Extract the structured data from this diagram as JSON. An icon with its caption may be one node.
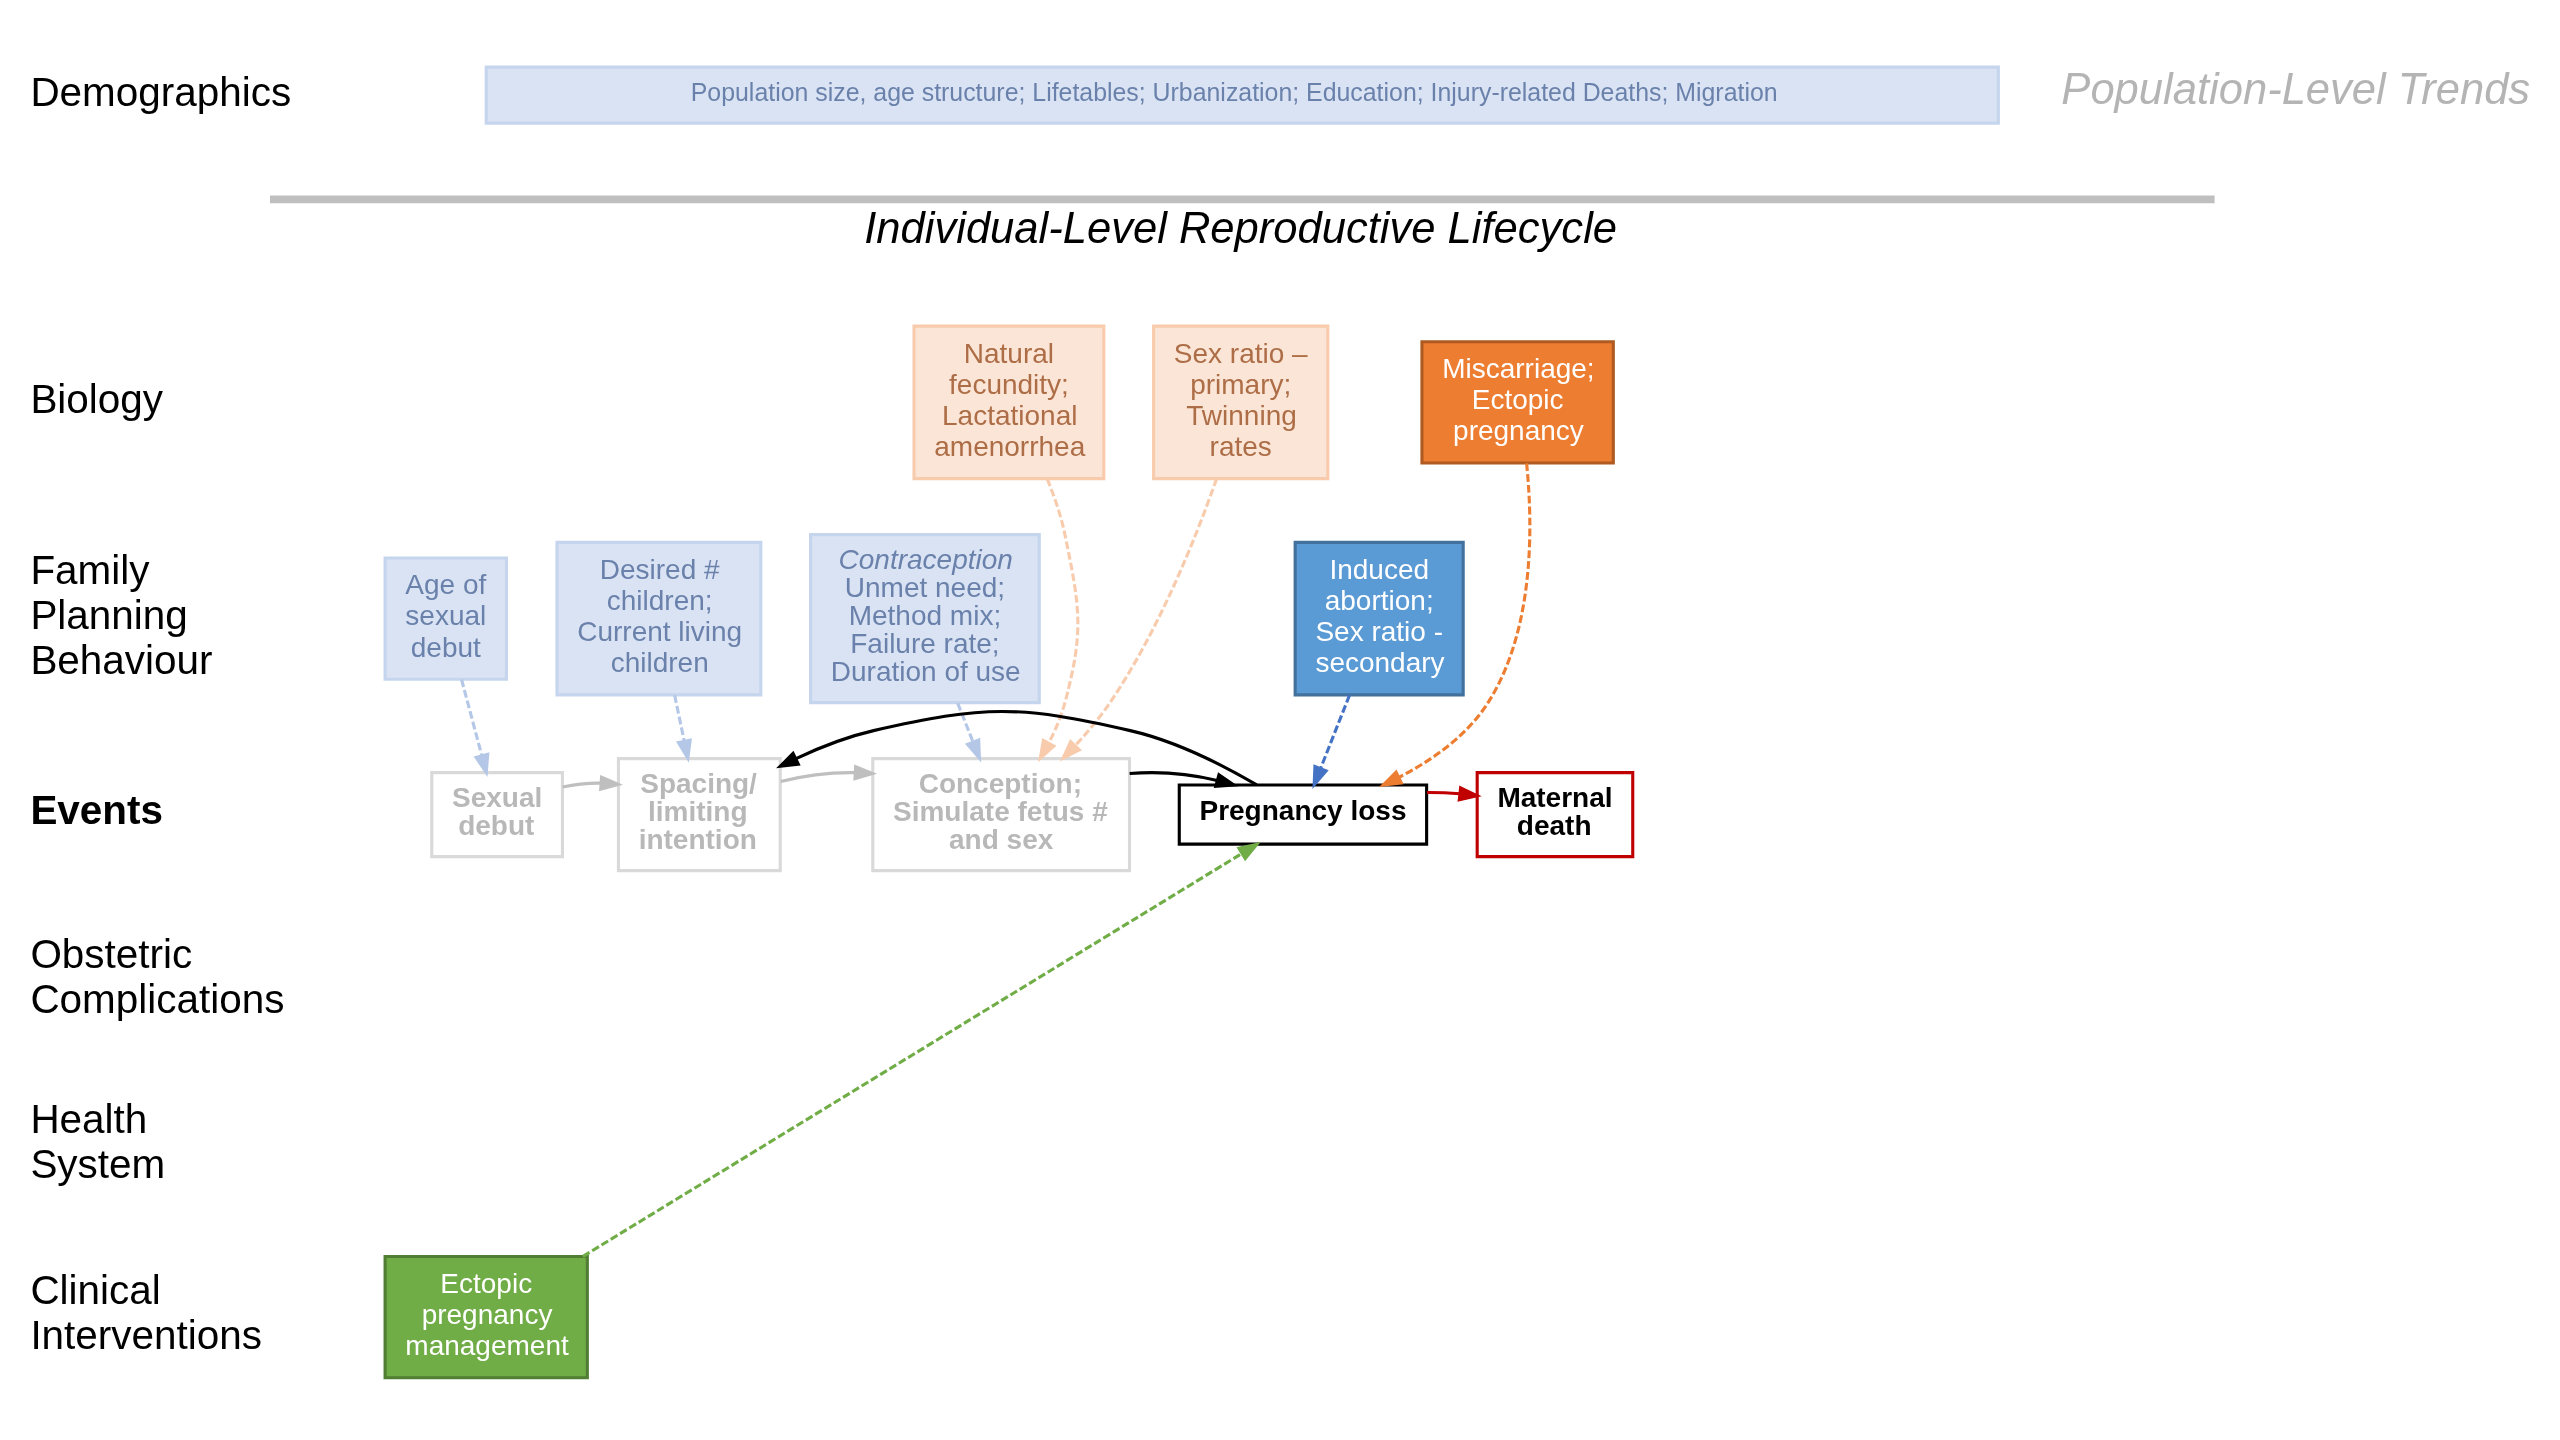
{
  "diagram": {
    "nodes": [
      {
        "text": [
          "Population size, age structure; Lifetables; Urbanization; Education; Injury-related Deaths; Migration"
        ]
      },
      {
        "text": [
          "Natural fecundity; Lactational amenorrhea"
        ]
      },
      {
        "text": [
          "Sex ratio – primary; Twinning rates"
        ]
      },
      {
        "text": [
          "Miscarriage; Ectopic pregnancy"
        ]
      },
      {
        "text": [
          "Age of sexual debut"
        ]
      },
      {
        "text": [
          "Desired # children; Current living children"
        ]
      },
      {
        "text": [
          "Contraception",
          "Unmet need; Method mix; Failure rate; Duration of use"
        ]
      },
      {
        "text": [
          "Induced abortion; Sex ratio - secondary"
        ]
      },
      {
        "text": [
          "Sexual debut"
        ]
      },
      {
        "text": [
          "Spacing/ limiting intention"
        ]
      },
      {
        "text": [
          "Conception; Simulate fetus # and sex"
        ]
      },
      {
        "text": [
          "Pregnancy loss"
        ]
      },
      {
        "text": [
          "Maternal death"
        ]
      },
      {
        "text": [
          "Ectopic pregnancy management"
        ]
      }
    ],
    "edges": [
      {
        "from": 4,
        "to": 8,
        "arrow": "to",
        "style": "dashed",
        "color": "#b4c7e7"
      },
      {
        "from": 5,
        "to": 9,
        "arrow": "to",
        "style": "dashed",
        "color": "#b4c7e7"
      },
      {
        "from": 1,
        "to": 10,
        "arrow": "to",
        "style": "dashed",
        "color": "#f8cbad"
      },
      {
        "from": 2,
        "to": 10,
        "arrow": "to",
        "style": "dashed",
        "color": "#f8cbad"
      },
      {
        "from": 6,
        "to": 10,
        "arrow": "to",
        "style": "dashed",
        "color": "#b4c7e7"
      },
      {
        "from": 8,
        "to": 9,
        "arrow": "to",
        "color": "#bfbfbf"
      },
      {
        "from": 9,
        "to": 10,
        "arrow": "to",
        "color": "#bfbfbf"
      },
      {
        "from": 10,
        "to": 11,
        "arrow": "to",
        "color": "#000000"
      },
      {
        "from": 11,
        "to": 9,
        "arrow": "to",
        "color": "#000000"
      },
      {
        "from": 7,
        "to": 11,
        "arrow": "to",
        "style": "dashed",
        "color": "#4472c4"
      },
      {
        "from": 3,
        "to": 11,
        "arrow": "to",
        "style": "dashed",
        "color": "#ed7d31"
      },
      {
        "from": 11,
        "to": 12,
        "arrow": "to",
        "color": "#c00000"
      },
      {
        "from": 13,
        "to": 11,
        "arrow": "to",
        "style": "dashed",
        "color": "#70ad47"
      }
    ],
    "labels": [
      "Demographics",
      "Population-Level Trends",
      "Individual-Level Reproductive Lifecycle",
      "Biology",
      "Family Planning Behaviour",
      "Events",
      "Obstetric Complications",
      "Health System",
      "Clinical Interventions"
    ]
  }
}
